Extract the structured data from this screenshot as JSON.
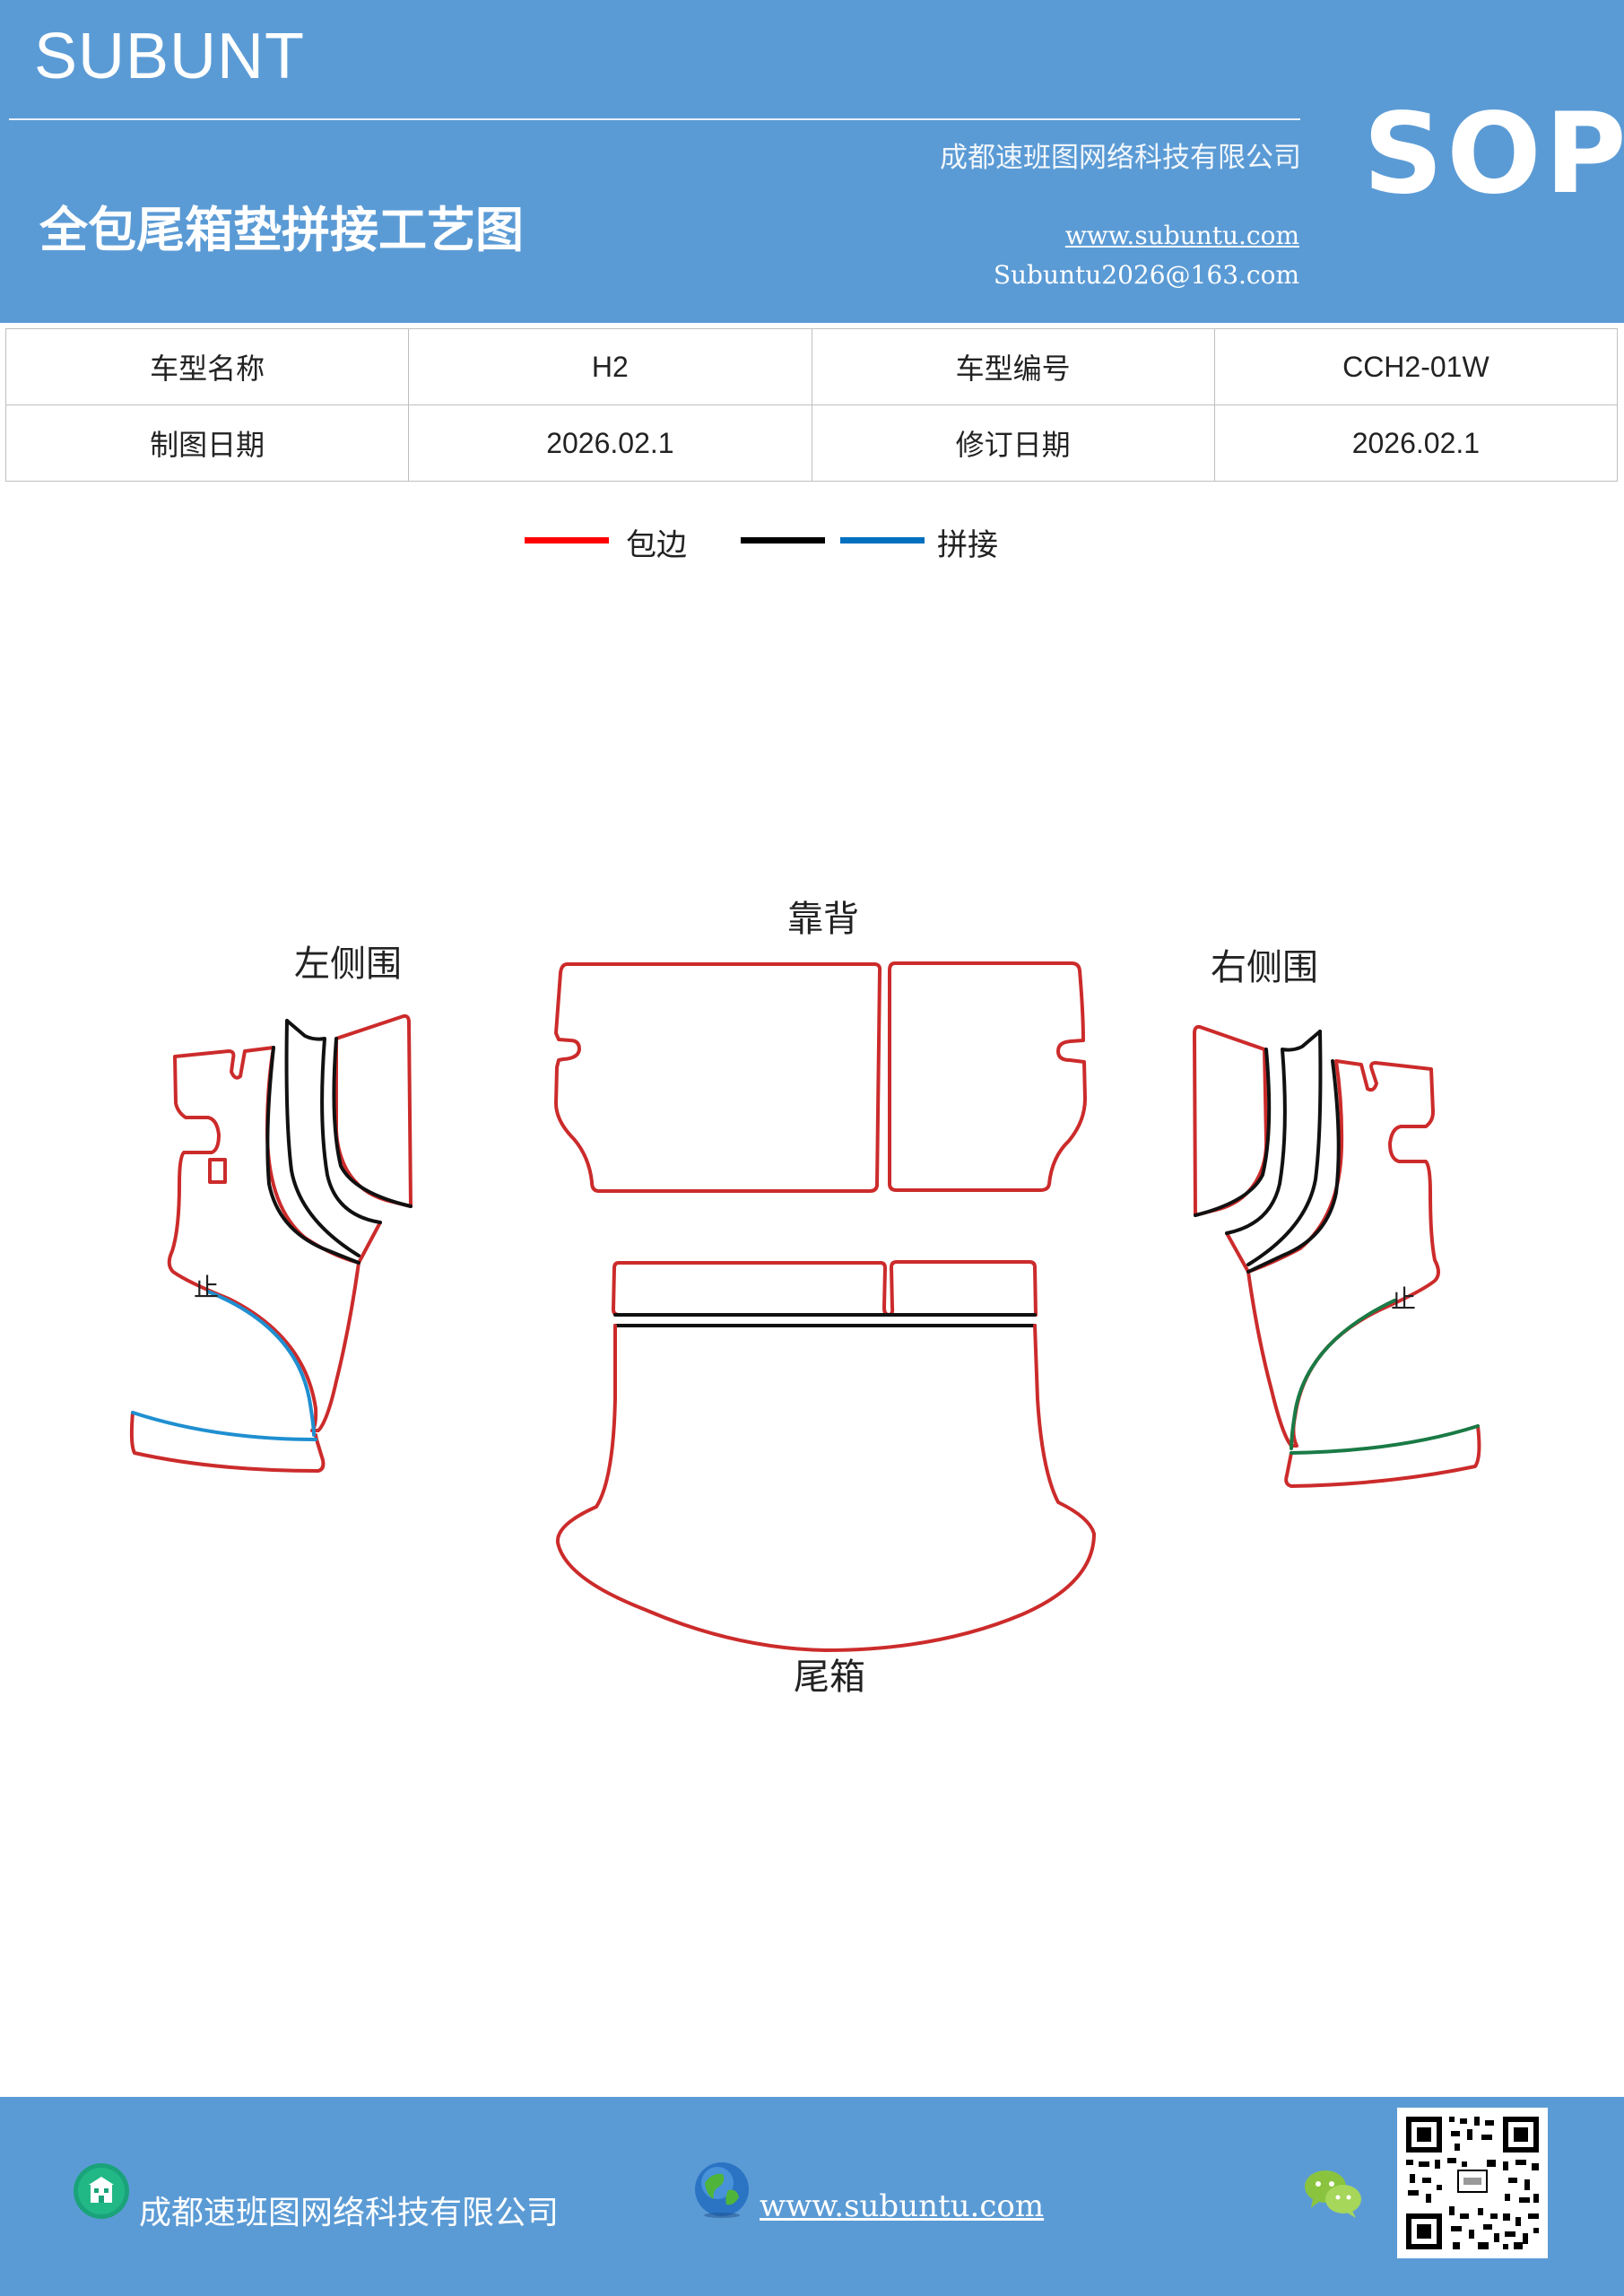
{
  "header": {
    "brand": "SUBUNT",
    "company": "成都速班图网络科技有限公司",
    "title": "全包尾箱垫拼接工艺图",
    "website": "www.subuntu.com",
    "email": "Subuntu2026@163.com",
    "badge": "SOP"
  },
  "info_table": {
    "rows": [
      {
        "label1": "车型名称",
        "value1": "H2",
        "label2": "车型编号",
        "value2": "CCH2-01W"
      },
      {
        "label1": "制图日期",
        "value1": "2026.02.1",
        "label2": "修订日期",
        "value2": "2026.02.1"
      }
    ]
  },
  "legend": {
    "items": [
      {
        "label": "包边",
        "color": "#ff0000"
      },
      {
        "label": "",
        "color": "#000000"
      },
      {
        "label": "拼接",
        "color": "#0070c0"
      }
    ]
  },
  "diagram": {
    "labels": {
      "back": "靠背",
      "left": "左侧围",
      "right": "右侧围",
      "trunk": "尾箱",
      "stop_left": "止",
      "stop_right": "止"
    },
    "colors": {
      "edge": "#cc2b2b",
      "seam": "#111111",
      "splice_left": "#1f8fd0",
      "splice_right": "#1a7a45"
    }
  },
  "footer": {
    "company": "成都速班图网络科技有限公司",
    "website": "www.subuntu.com",
    "icons": [
      "building-icon",
      "globe-icon",
      "wechat-icon",
      "qr-code"
    ]
  }
}
